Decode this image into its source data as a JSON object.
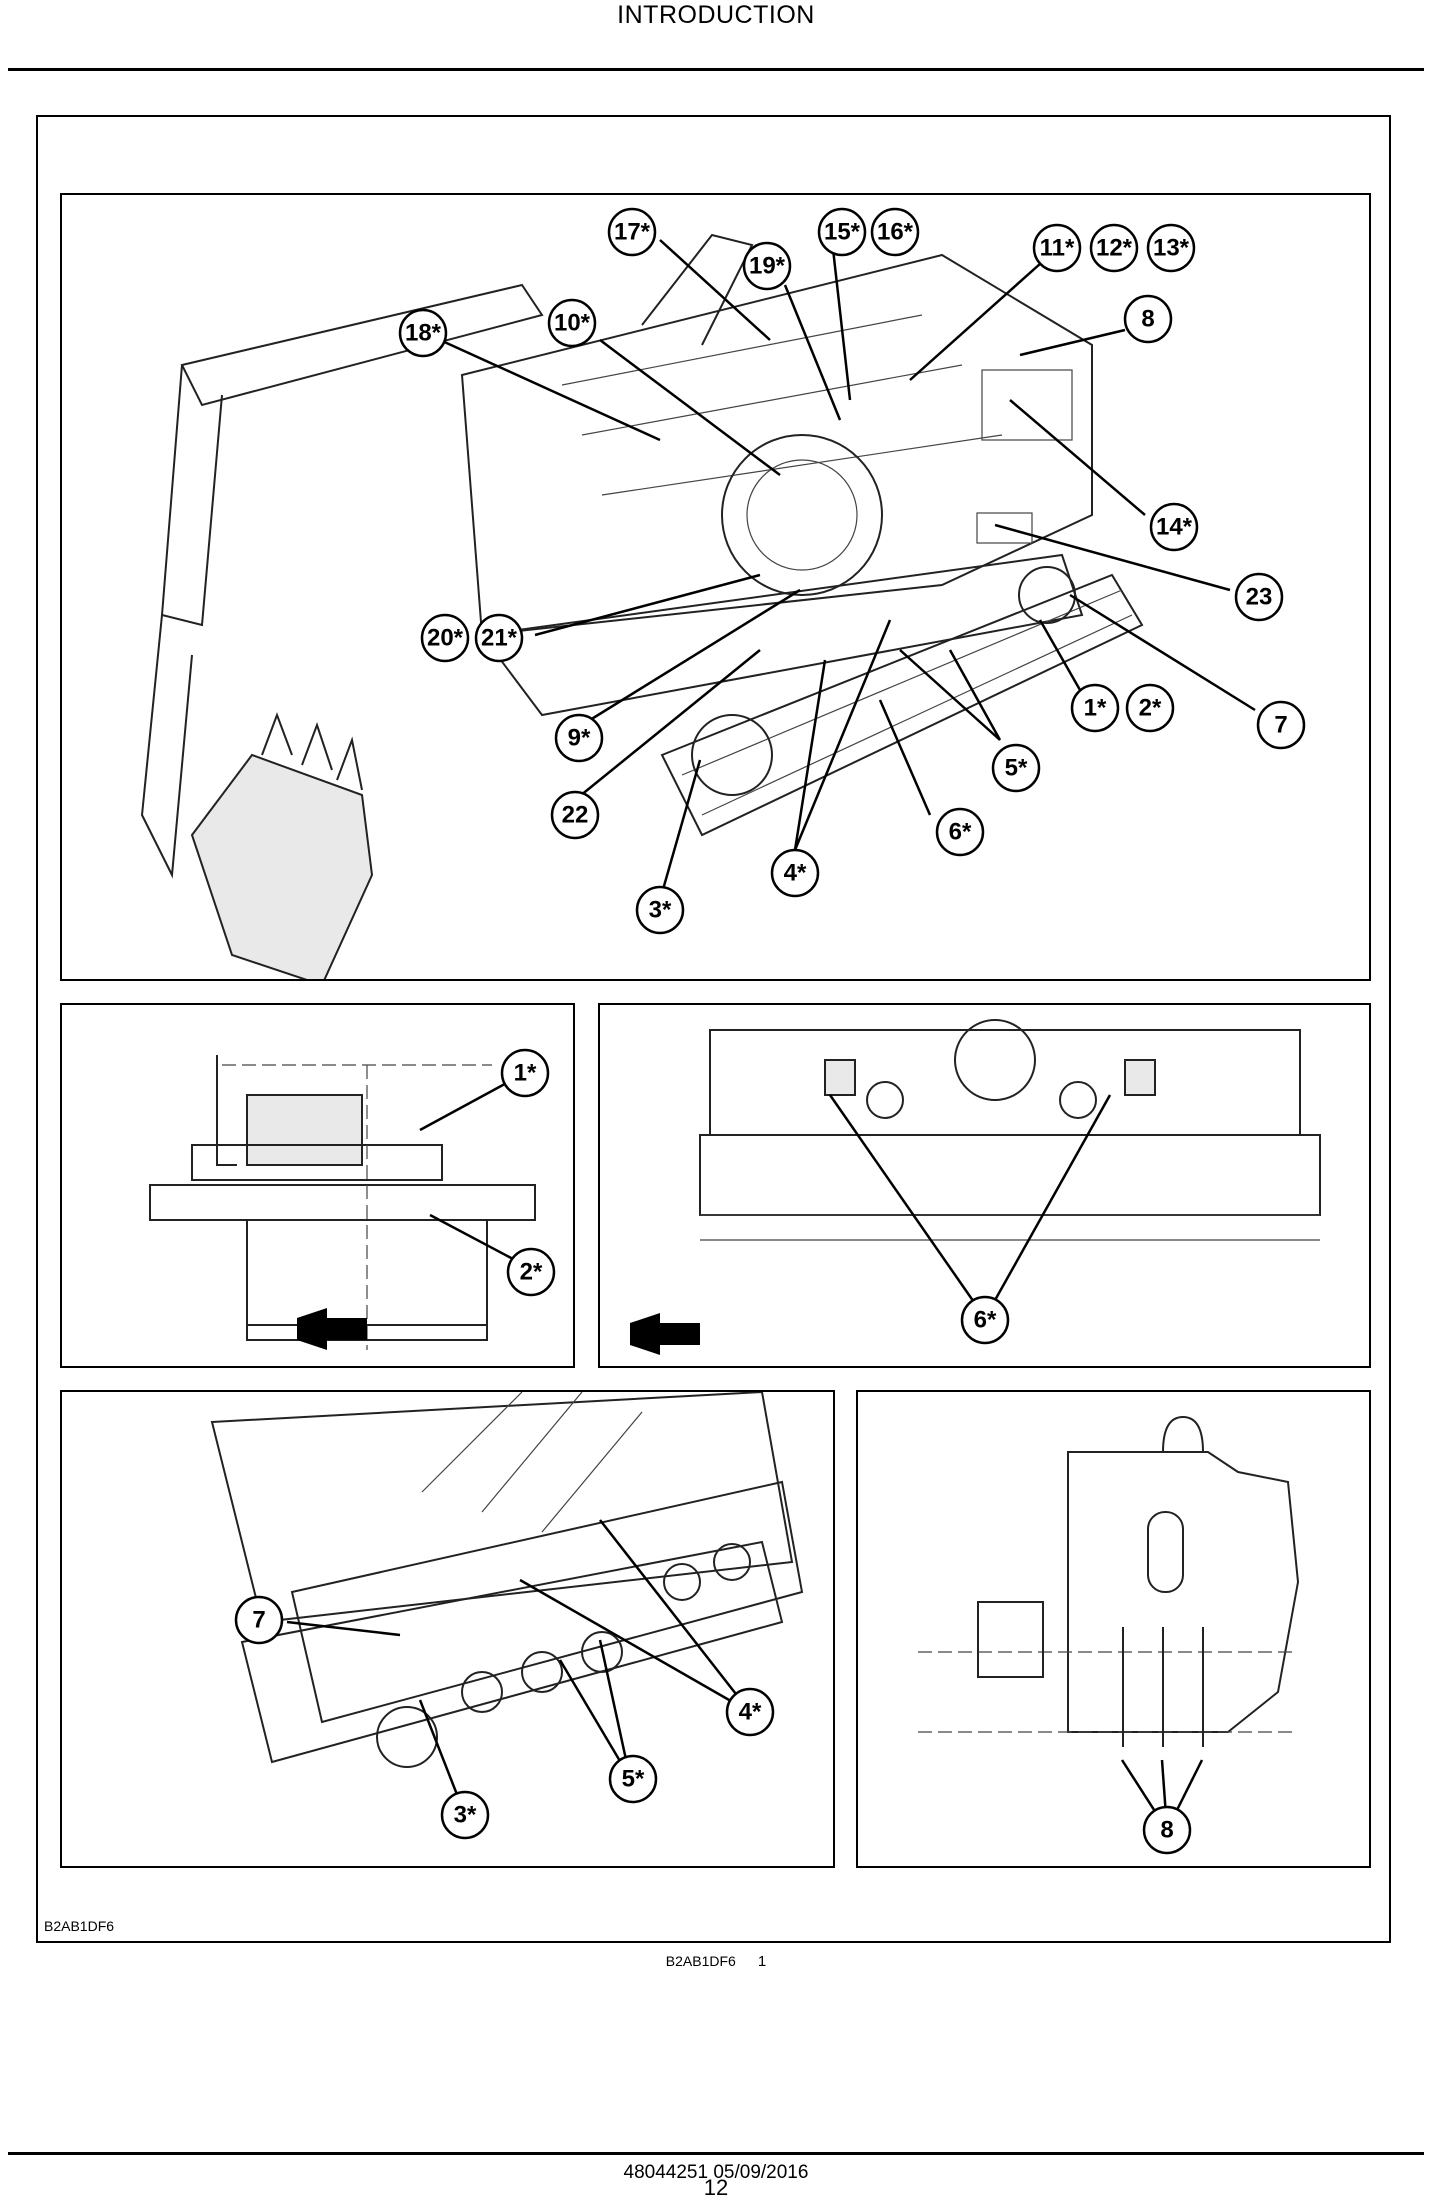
{
  "header": {
    "title": "INTRODUCTION"
  },
  "figure": {
    "code_inner": "B2AB1DF6",
    "caption_code": "B2AB1DF6",
    "caption_number": "1",
    "main_callouts": [
      "17*",
      "15*",
      "16*",
      "19*",
      "11*",
      "12*",
      "13*",
      "18*",
      "10*",
      "8",
      "14*",
      "23",
      "20*",
      "21*",
      "9*",
      "1*",
      "2*",
      "7",
      "5*",
      "22",
      "6*",
      "4*",
      "3*"
    ],
    "panel_drive_callouts": [
      "1*",
      "2*"
    ],
    "panel_rollers_callouts": [
      "6*"
    ],
    "panel_track_callouts": [
      "7",
      "4*",
      "5*",
      "3*"
    ],
    "panel_counterweight_callouts": [
      "8"
    ]
  },
  "footer": {
    "doc": "48044251 05/09/2016",
    "page": "12"
  }
}
